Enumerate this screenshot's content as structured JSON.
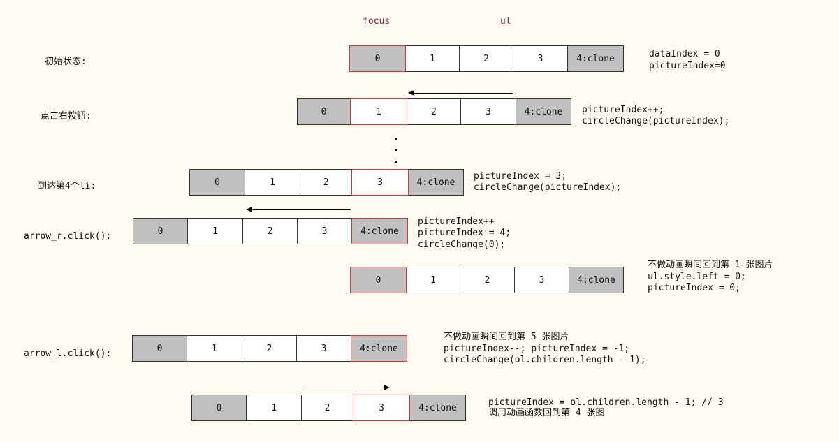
{
  "header": {
    "focus": "focus",
    "ul": "ul"
  },
  "labels": {
    "initial": "初始状态:",
    "click_right": "点击右按钮:",
    "reach_4th": "到达第4个li:",
    "arrow_r": "arrow_r.click():",
    "arrow_l": "arrow_l.click():"
  },
  "cells": {
    "c0": "0",
    "c1": "1",
    "c2": "2",
    "c3": "3",
    "clone": "4:clone"
  },
  "notes": {
    "n1_1": "dataIndex = 0",
    "n1_2": "pictureIndex=0",
    "n2_1": "pictureIndex++;",
    "n2_2": "circleChange(pictureIndex);",
    "n3_1": "pictureIndex = 3;",
    "n3_2": "circleChange(pictureIndex);",
    "n4_1": "pictureIndex++",
    "n4_2": "pictureIndex = 4;",
    "n4_3": "circleChange(0);",
    "n5_1": "不做动画瞬间回到第 1 张图片",
    "n5_2": "ul.style.left = 0;",
    "n5_3": "pictureIndex = 0;",
    "n6_1": "不做动画瞬间回到第 5 张图片",
    "n6_2": "pictureIndex--; pictureIndex = -1;",
    "n6_3": "circleChange(ol.children.length - 1);",
    "n7_1": "pictureIndex = ol.children.length - 1; // 3",
    "n7_2": "调用动画函数回到第 4 张图"
  },
  "colors": {
    "background": "#fffbf0",
    "cell_gray": "#c0c0c0",
    "focus_border": "#e0322a",
    "header_text": "#8b1a3a"
  }
}
